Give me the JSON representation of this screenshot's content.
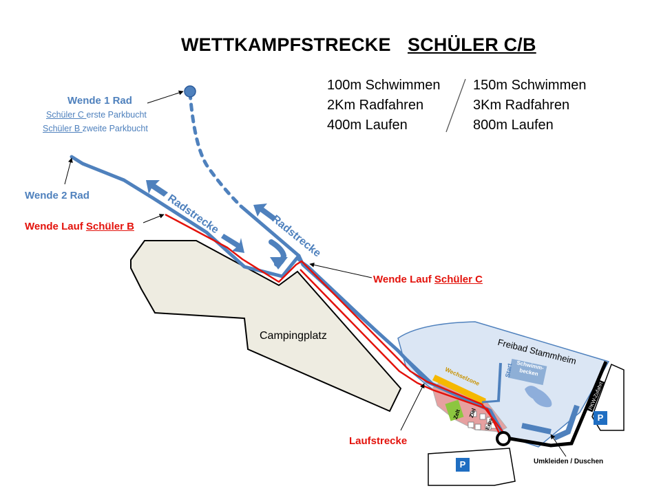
{
  "title": {
    "main": "WETTKAMPFSTRECKE",
    "group": "SCHÜLER C/B"
  },
  "distances": {
    "schueler_c": [
      "100m Schwimmen",
      "2Km Radfahren",
      "400m Laufen"
    ],
    "schueler_b": [
      "150m Schwimmen",
      "3Km Radfahren",
      "800m Laufen"
    ]
  },
  "labels": {
    "wende1_rad": "Wende 1 Rad",
    "wende1_c_underline": "Schüler C ",
    "wende1_c_rest": "erste Parkbucht",
    "wende1_b_underline": "Schüler B ",
    "wende1_b_rest": "zweite Parkbucht",
    "wende2_rad": "Wende 2 Rad",
    "wende_lauf_b_prefix": "Wende Lauf ",
    "wende_lauf_b_group": "Schüler B",
    "wende_lauf_c_prefix": "Wende Lauf ",
    "wende_lauf_c_group": "Schüler C",
    "radstrecke_1": "Radstrecke",
    "radstrecke_2": "Radstrecke",
    "campingplatz": "Campingplatz",
    "freibad": "Freibad Stammheim",
    "start": "Start",
    "schwimmbecken": "Schwimm-becken",
    "wechselzone": "Wechselzone",
    "zelt": "Zelt",
    "ziel": "Ziel",
    "expo": "Expo",
    "laufstrecke": "Laufstrecke",
    "umkleiden": "Umkleiden / Duschen",
    "pkw_zufahrt": "PKW-Zufahrt",
    "parking": "P"
  },
  "colors": {
    "bike_route": "#4f81bd",
    "run_route": "#e3120b",
    "pool_area": "#dbe6f4",
    "camping": "#eeece1",
    "wechselzone": "#f5b800",
    "parking_sign": "#1f6ec2",
    "finish_area": "#e6a0a0",
    "zelt": "#8cc63f"
  }
}
